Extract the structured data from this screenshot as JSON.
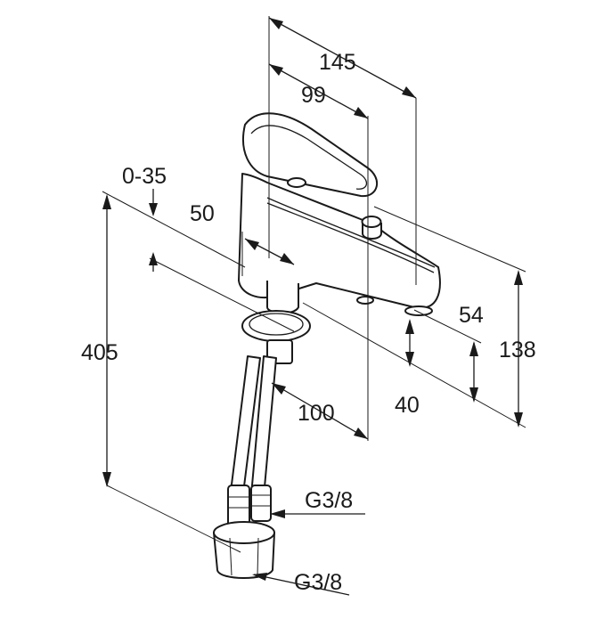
{
  "dimensions": {
    "d145": "145",
    "d99": "99",
    "d0_35": "0-35",
    "d50": "50",
    "d405": "405",
    "d138": "138",
    "d54": "54",
    "d40": "40",
    "d100": "100",
    "g_upper": "G3/8",
    "g_lower": "G3/8"
  }
}
